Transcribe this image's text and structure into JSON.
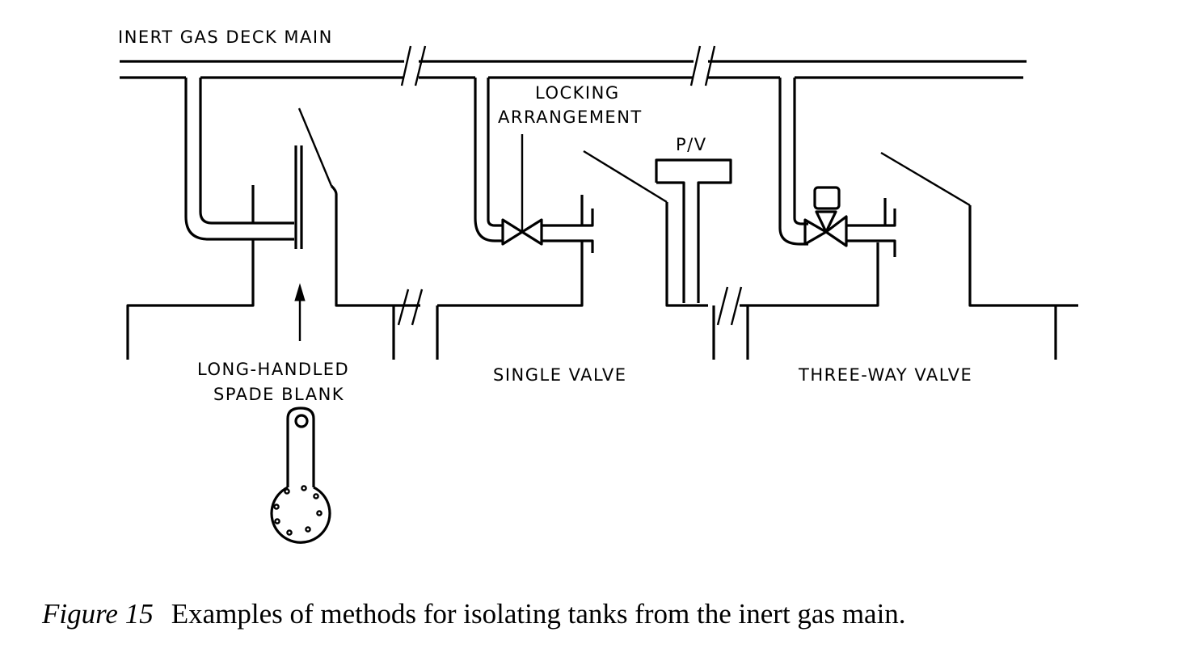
{
  "diagram": {
    "labels": {
      "deck_main": "INERT GAS DECK MAIN",
      "locking_1": "LOCKING",
      "locking_2": "ARRANGEMENT",
      "pv": "P/V",
      "spade_1": "LONG-HANDLED",
      "spade_2": "SPADE BLANK",
      "single_valve": "SINGLE VALVE",
      "three_way_valve": "THREE-WAY VALVE"
    },
    "methods": [
      {
        "name": "Long-handled spade blank"
      },
      {
        "name": "Single valve"
      },
      {
        "name": "Three-way valve"
      }
    ]
  },
  "caption": {
    "figure_label": "Figure 15",
    "text": "Examples of methods for isolating tanks from the inert gas main."
  }
}
